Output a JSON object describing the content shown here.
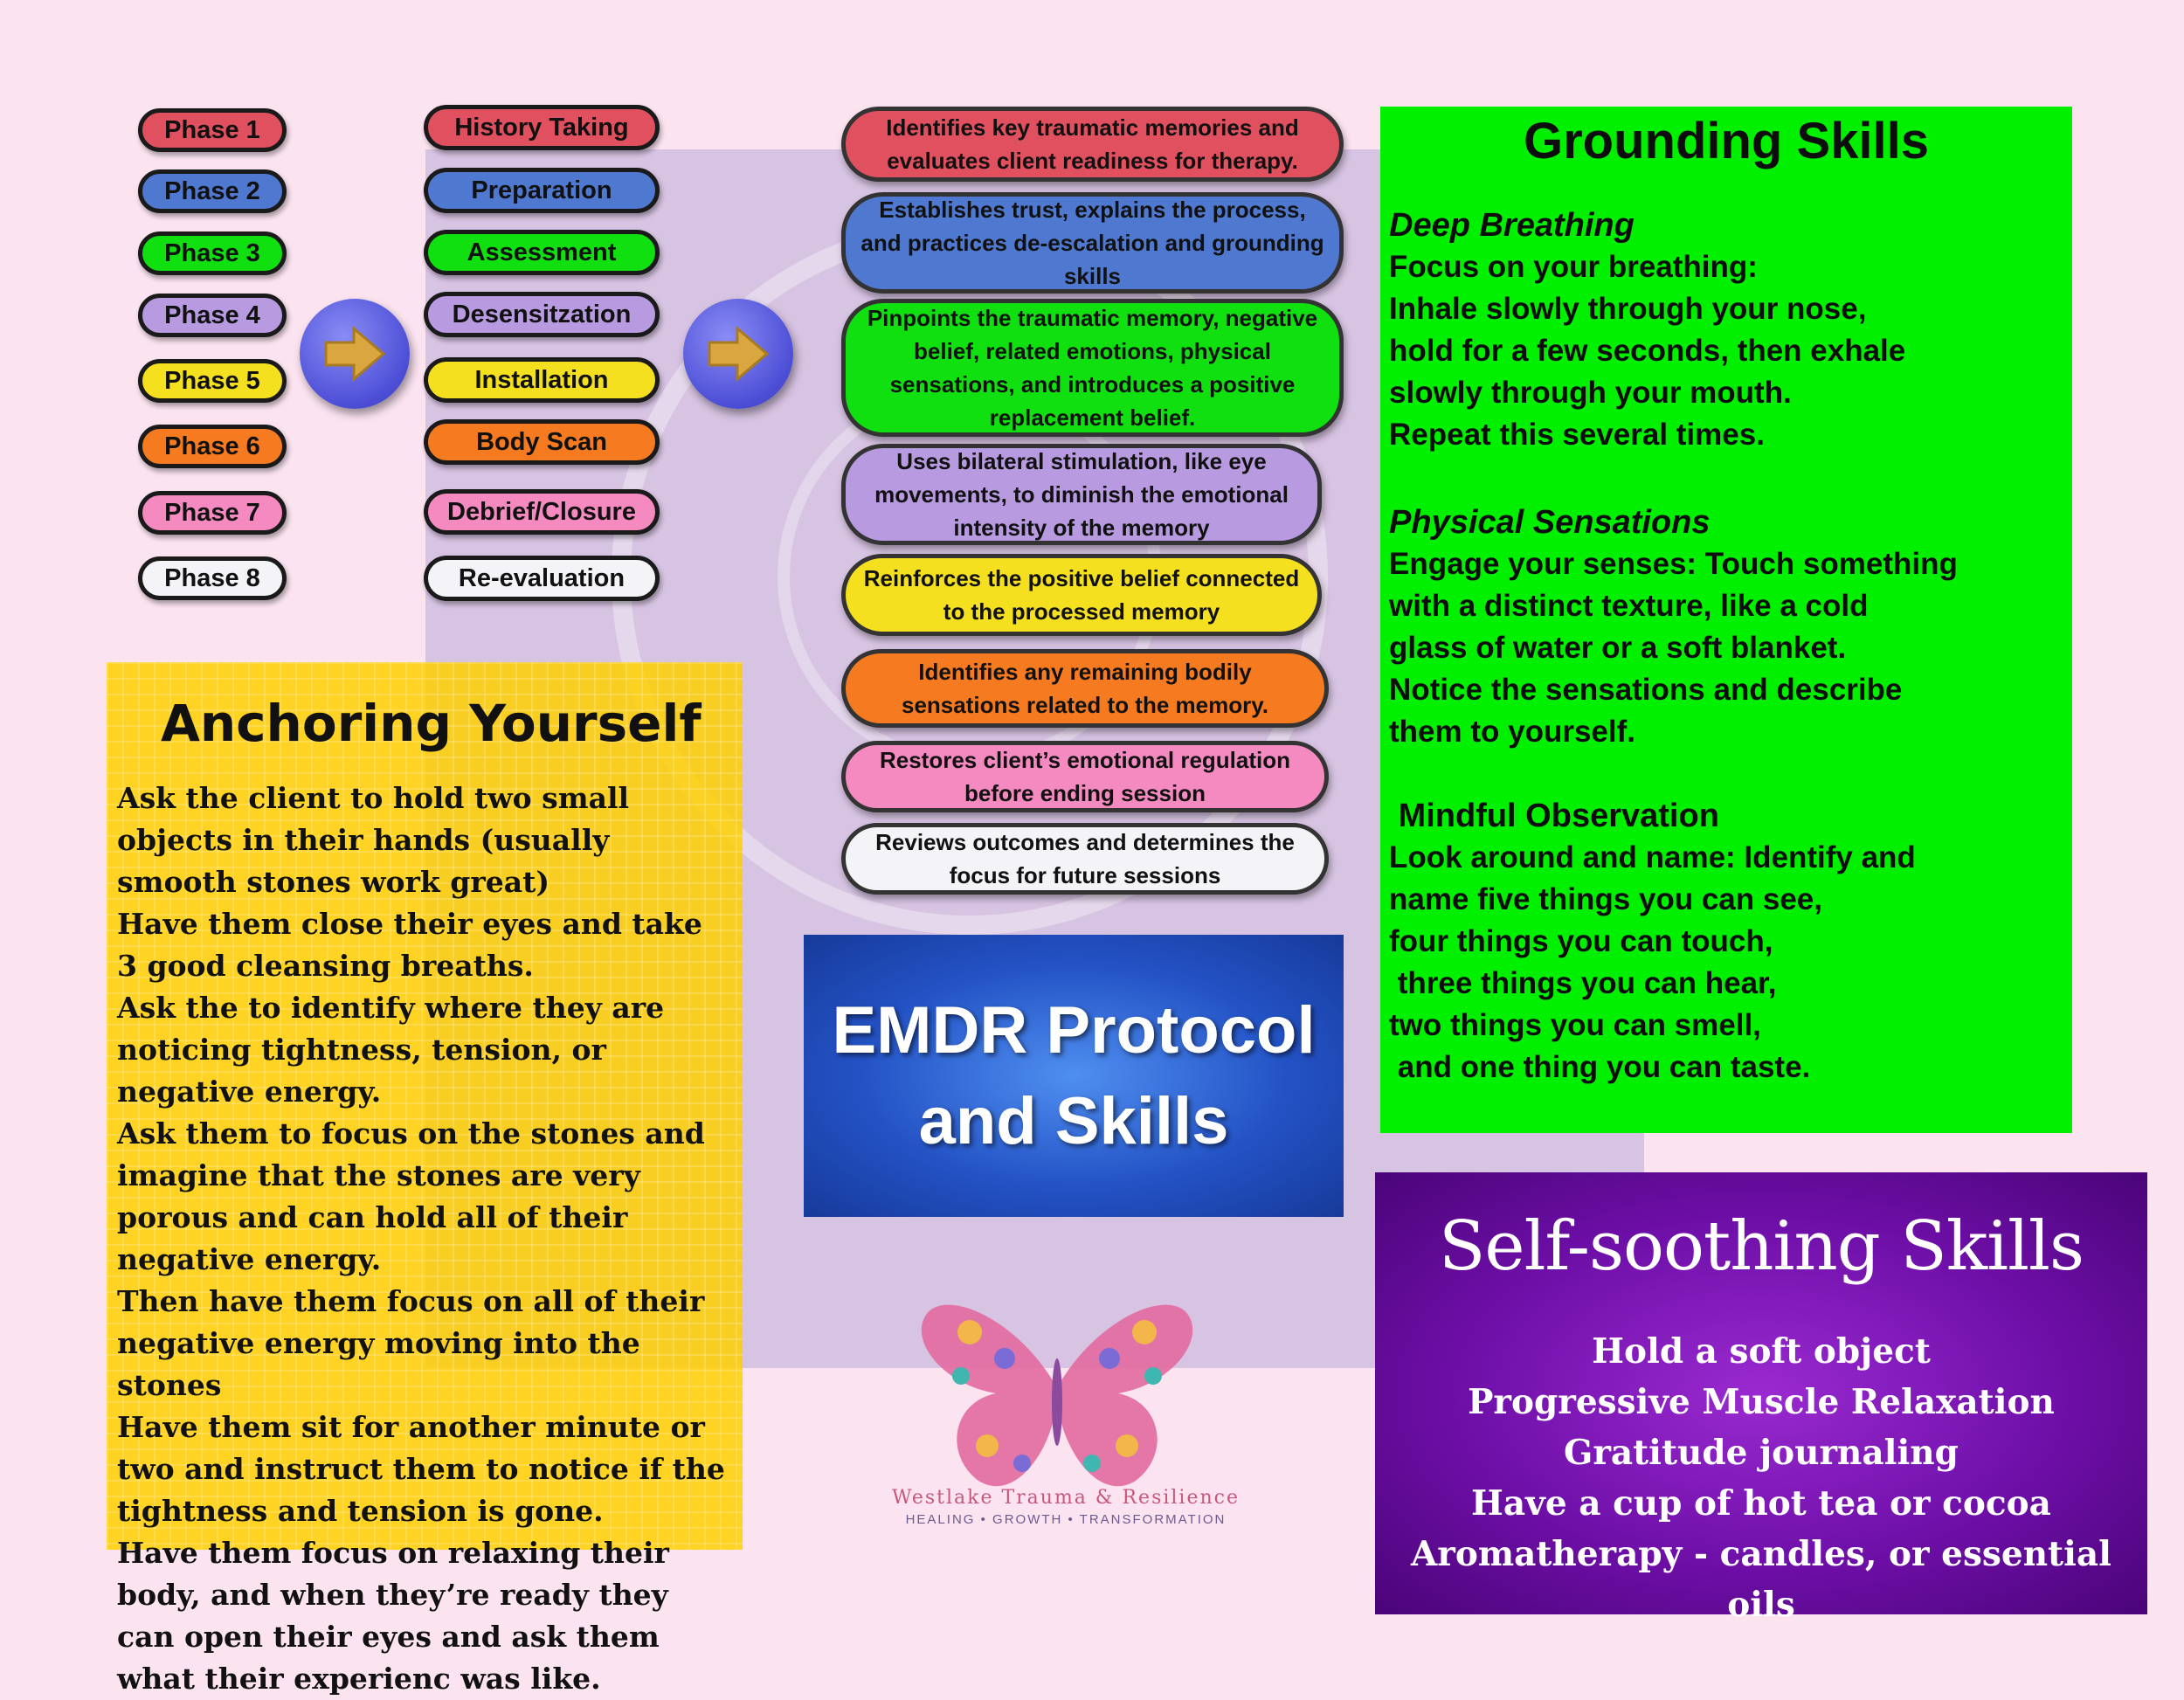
{
  "phases": [
    {
      "label": "Phase 1",
      "name": "History Taking",
      "desc": "Identifies key traumatic memories and evaluates client readiness for therapy.",
      "color": "#e0505e"
    },
    {
      "label": "Phase 2",
      "name": "Preparation",
      "desc": "Establishes trust, explains the process, and practices de-escalation and grounding skills",
      "color": "#4f78d0"
    },
    {
      "label": "Phase 3",
      "name": "Assessment",
      "desc": "Pinpoints the traumatic memory, negative belief, related emotions, physical sensations, and introduces a positive replacement belief.",
      "color": "#10e010"
    },
    {
      "label": "Phase 4",
      "name": "Desensitzation",
      "desc": "Uses bilateral stimulation, like eye movements, to diminish the emotional intensity of the memory",
      "color": "#b79ae0"
    },
    {
      "label": "Phase 5",
      "name": "Installation",
      "desc": "Reinforces the positive belief connected to the processed memory",
      "color": "#f5e020"
    },
    {
      "label": "Phase 6",
      "name": "Body Scan",
      "desc": "Identifies any remaining bodily sensations related to the memory.",
      "color": "#f57a20"
    },
    {
      "label": "Phase 7",
      "name": "Debrief/Closure",
      "desc": "Restores client’s emotional regulation before ending session",
      "color": "#f58ac0"
    },
    {
      "label": "Phase 8",
      "name": "Re-evaluation",
      "desc": "Reviews outcomes and determines the focus for future sessions",
      "color": "#f4f4f8"
    }
  ],
  "anchoring": {
    "title": "Anchoring Yourself",
    "lines": [
      "Ask the client to hold two small objects in their hands (usually smooth stones work great)",
      "Have them close their eyes and take 3 good cleansing breaths.",
      "Ask the to identify where they are noticing tightness, tension, or negative energy.",
      "Ask them to focus on the stones and imagine that the stones are very porous and can hold all of their negative energy.",
      "Then have them focus on all of their negative energy moving into the stones",
      "Have them sit for another minute or two and instruct them to notice if the tightness and tension is gone.",
      "Have them focus on relaxing their body, and when they’re ready they can open their eyes and ask them what their experienc was like."
    ]
  },
  "grounding": {
    "title": "Grounding Skills",
    "deep_breathing": {
      "title": "Deep Breathing",
      "lines": [
        "Focus on your breathing:",
        "Inhale slowly through your nose,",
        "hold for a few seconds, then exhale",
        "slowly through your mouth.",
        "Repeat this several times."
      ]
    },
    "physical": {
      "title": "Physical Sensations",
      "lines": [
        "Engage your senses: Touch something",
        "with a distinct texture, like a cold",
        "glass of water or a soft blanket.",
        "Notice the sensations and describe",
        " them to yourself."
      ]
    },
    "mindful": {
      "title": " Mindful Observation",
      "lines": [
        "Look around and name: Identify and",
        "name five things you can see,",
        "four things you can touch,",
        " three things you can hear,",
        "two things you can smell,",
        " and one thing you can taste."
      ]
    }
  },
  "main_title": {
    "line1": "EMDR Protocol",
    "line2": "and Skills"
  },
  "self_soothing": {
    "title": "Self-soothing Skills",
    "items": [
      "Hold a soft object",
      "Progressive Muscle Relaxation",
      "Gratitude journaling",
      "Have a cup of hot tea or cocoa",
      "Aromatherapy - candles, or essential oils"
    ]
  },
  "brand": {
    "name": "Westlake Trauma & Resilience",
    "tagline": "HEALING • GROWTH • TRANSFORMATION"
  },
  "icons": {
    "arrow": "arrow-right-icon",
    "logo": "butterfly-logo"
  }
}
